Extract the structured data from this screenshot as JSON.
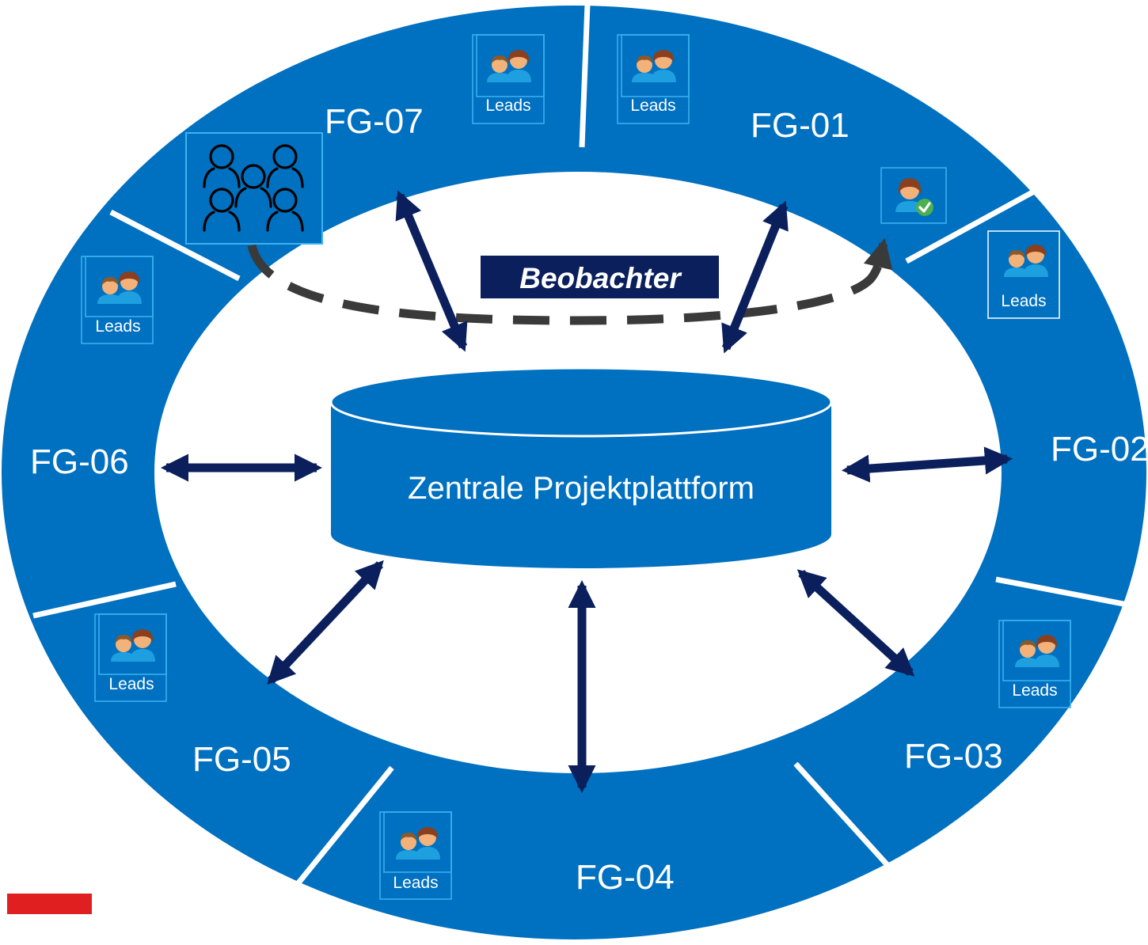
{
  "colors": {
    "ring": "#0070c0",
    "arrow": "#0a1f5c",
    "observer_dash": "#3a3a3a",
    "separator": "#ffffff",
    "accent_bar": "#e02020"
  },
  "platform": {
    "label": "Zentrale Projektplattform"
  },
  "observer": {
    "label": "Beobachter"
  },
  "segments": [
    {
      "id": "FG-01",
      "label": "FG-01",
      "leads_label": "Leads",
      "has_approver": true
    },
    {
      "id": "FG-02",
      "label": "FG-02",
      "leads_label": "Leads"
    },
    {
      "id": "FG-03",
      "label": "FG-03",
      "leads_label": "Leads"
    },
    {
      "id": "FG-04",
      "label": "FG-04",
      "leads_label": "Leads"
    },
    {
      "id": "FG-05",
      "label": "FG-05",
      "leads_label": "Leads"
    },
    {
      "id": "FG-06",
      "label": "FG-06",
      "leads_label": "Leads"
    },
    {
      "id": "FG-07",
      "label": "FG-07",
      "leads_label": "Leads",
      "has_observer_group": true
    }
  ],
  "icons": {
    "leads": "two-people-icon",
    "approver": "person-check-icon",
    "observer_group": "people-group-outline-icon"
  }
}
